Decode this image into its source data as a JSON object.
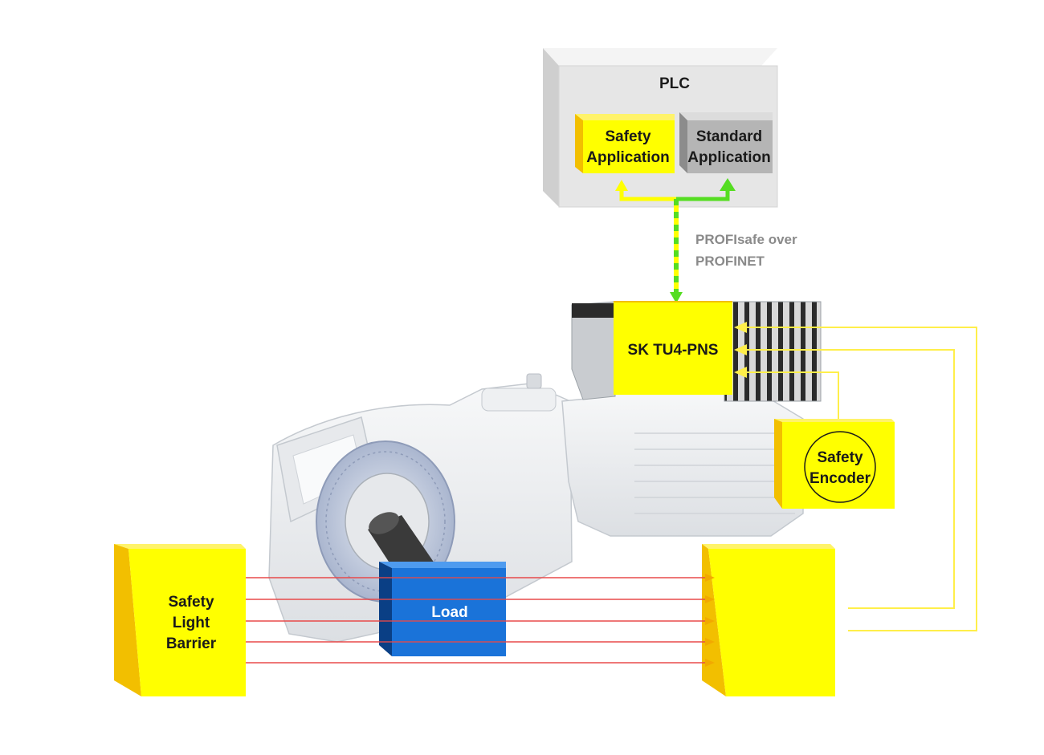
{
  "plc": {
    "title": "PLC",
    "safety_app": [
      "Safety",
      "Application"
    ],
    "standard_app": [
      "Standard",
      "Application"
    ]
  },
  "network": {
    "label": [
      "PROFIsafe over",
      "PROFINET"
    ]
  },
  "inverter": {
    "label": "SK TU4-PNS"
  },
  "encoder": {
    "label": [
      "Safety",
      "Encoder"
    ]
  },
  "light_barrier": {
    "label": [
      "Safety",
      "Light",
      "Barrier"
    ]
  },
  "load": {
    "label": "Load"
  },
  "colors": {
    "safety_yellow": "#ffff00",
    "yellow_side": "#f2bf00",
    "standard_grey": "#b5b5b5",
    "load_blue": "#1a73d9",
    "profisafe_green": "#55dd22",
    "light_beam_red": "#e84a4a"
  }
}
